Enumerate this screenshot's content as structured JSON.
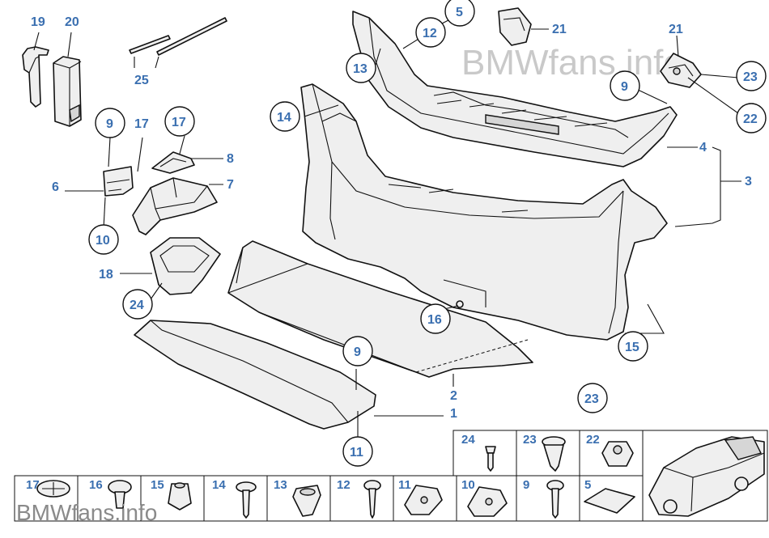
{
  "watermarks": {
    "top_right": "BMWfans.info",
    "bottom_left": "BMWfans.info"
  },
  "callouts": {
    "n19": "19",
    "n20": "20",
    "n25": "25",
    "n9a": "9",
    "n17a": "17",
    "n17b": "17",
    "n8": "8",
    "n6": "6",
    "n7": "7",
    "n10": "10",
    "n18": "18",
    "n24": "24",
    "n14": "14",
    "n13": "13",
    "n12": "12",
    "n5": "5",
    "n21a": "21",
    "n21b": "21",
    "n9b": "9",
    "n23a": "23",
    "n22": "22",
    "n4": "4",
    "n3": "3",
    "n16": "16",
    "n15": "15",
    "n9c": "9",
    "n2": "2",
    "n1": "1",
    "n11": "11",
    "n23b": "23"
  },
  "parts_strip": {
    "top_row": [
      "24",
      "23",
      "22"
    ],
    "bottom_row": [
      "17",
      "16",
      "15",
      "14",
      "13",
      "12",
      "11",
      "10",
      "9",
      "5"
    ]
  }
}
